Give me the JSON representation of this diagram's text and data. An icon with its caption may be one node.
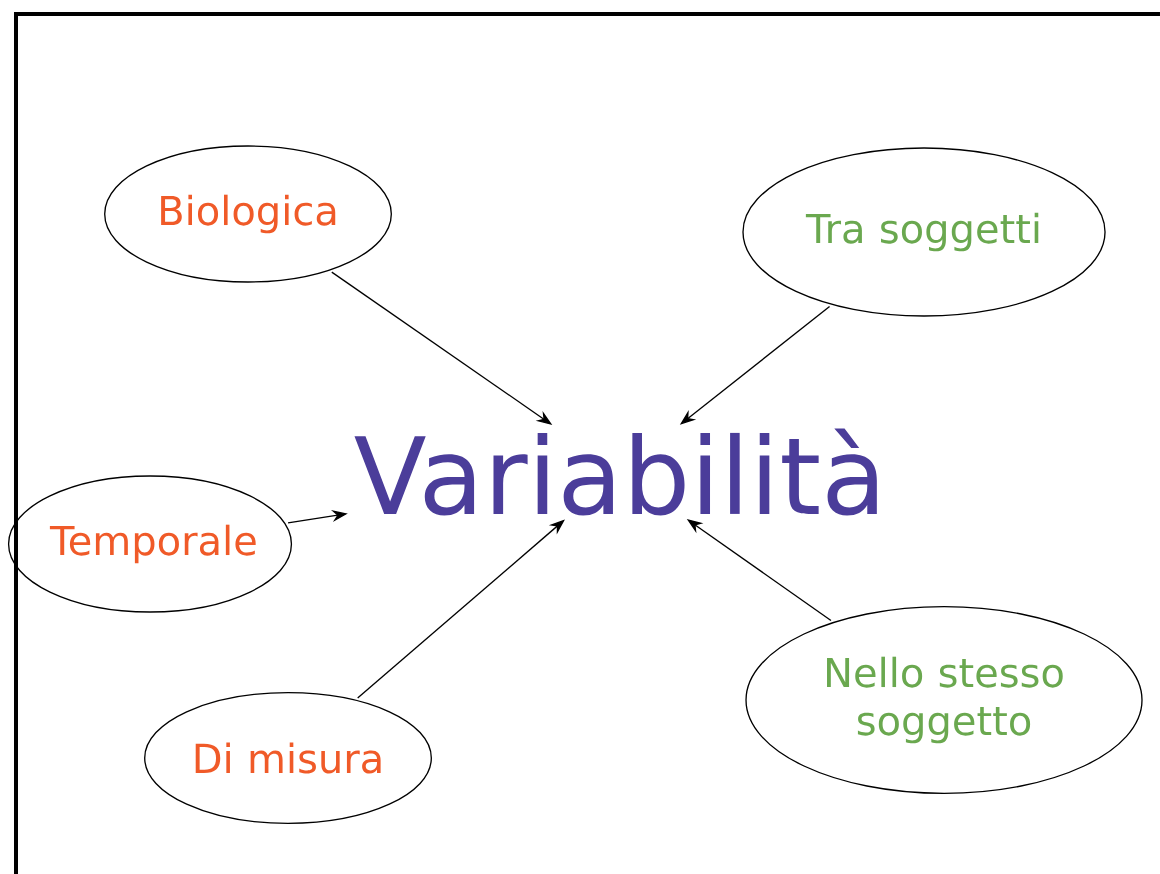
{
  "diagram": {
    "nodes": [
      {
        "text": [
          "Biologica"
        ]
      },
      {
        "text": [
          "Tra soggetti"
        ]
      },
      {
        "text": [
          "Variabilità"
        ]
      },
      {
        "text": [
          "Temporale"
        ]
      },
      {
        "text": [
          "Di misura"
        ]
      },
      {
        "text": [
          "Nello stesso soggetto"
        ]
      }
    ],
    "edges": [
      {
        "from": 0,
        "to": 2,
        "arrow": "to"
      },
      {
        "from": 1,
        "to": 2,
        "arrow": "to"
      },
      {
        "from": 3,
        "to": 2,
        "arrow": "to"
      },
      {
        "from": 4,
        "to": 2,
        "arrow": "to"
      },
      {
        "from": 5,
        "to": 2,
        "arrow": "to"
      }
    ]
  }
}
